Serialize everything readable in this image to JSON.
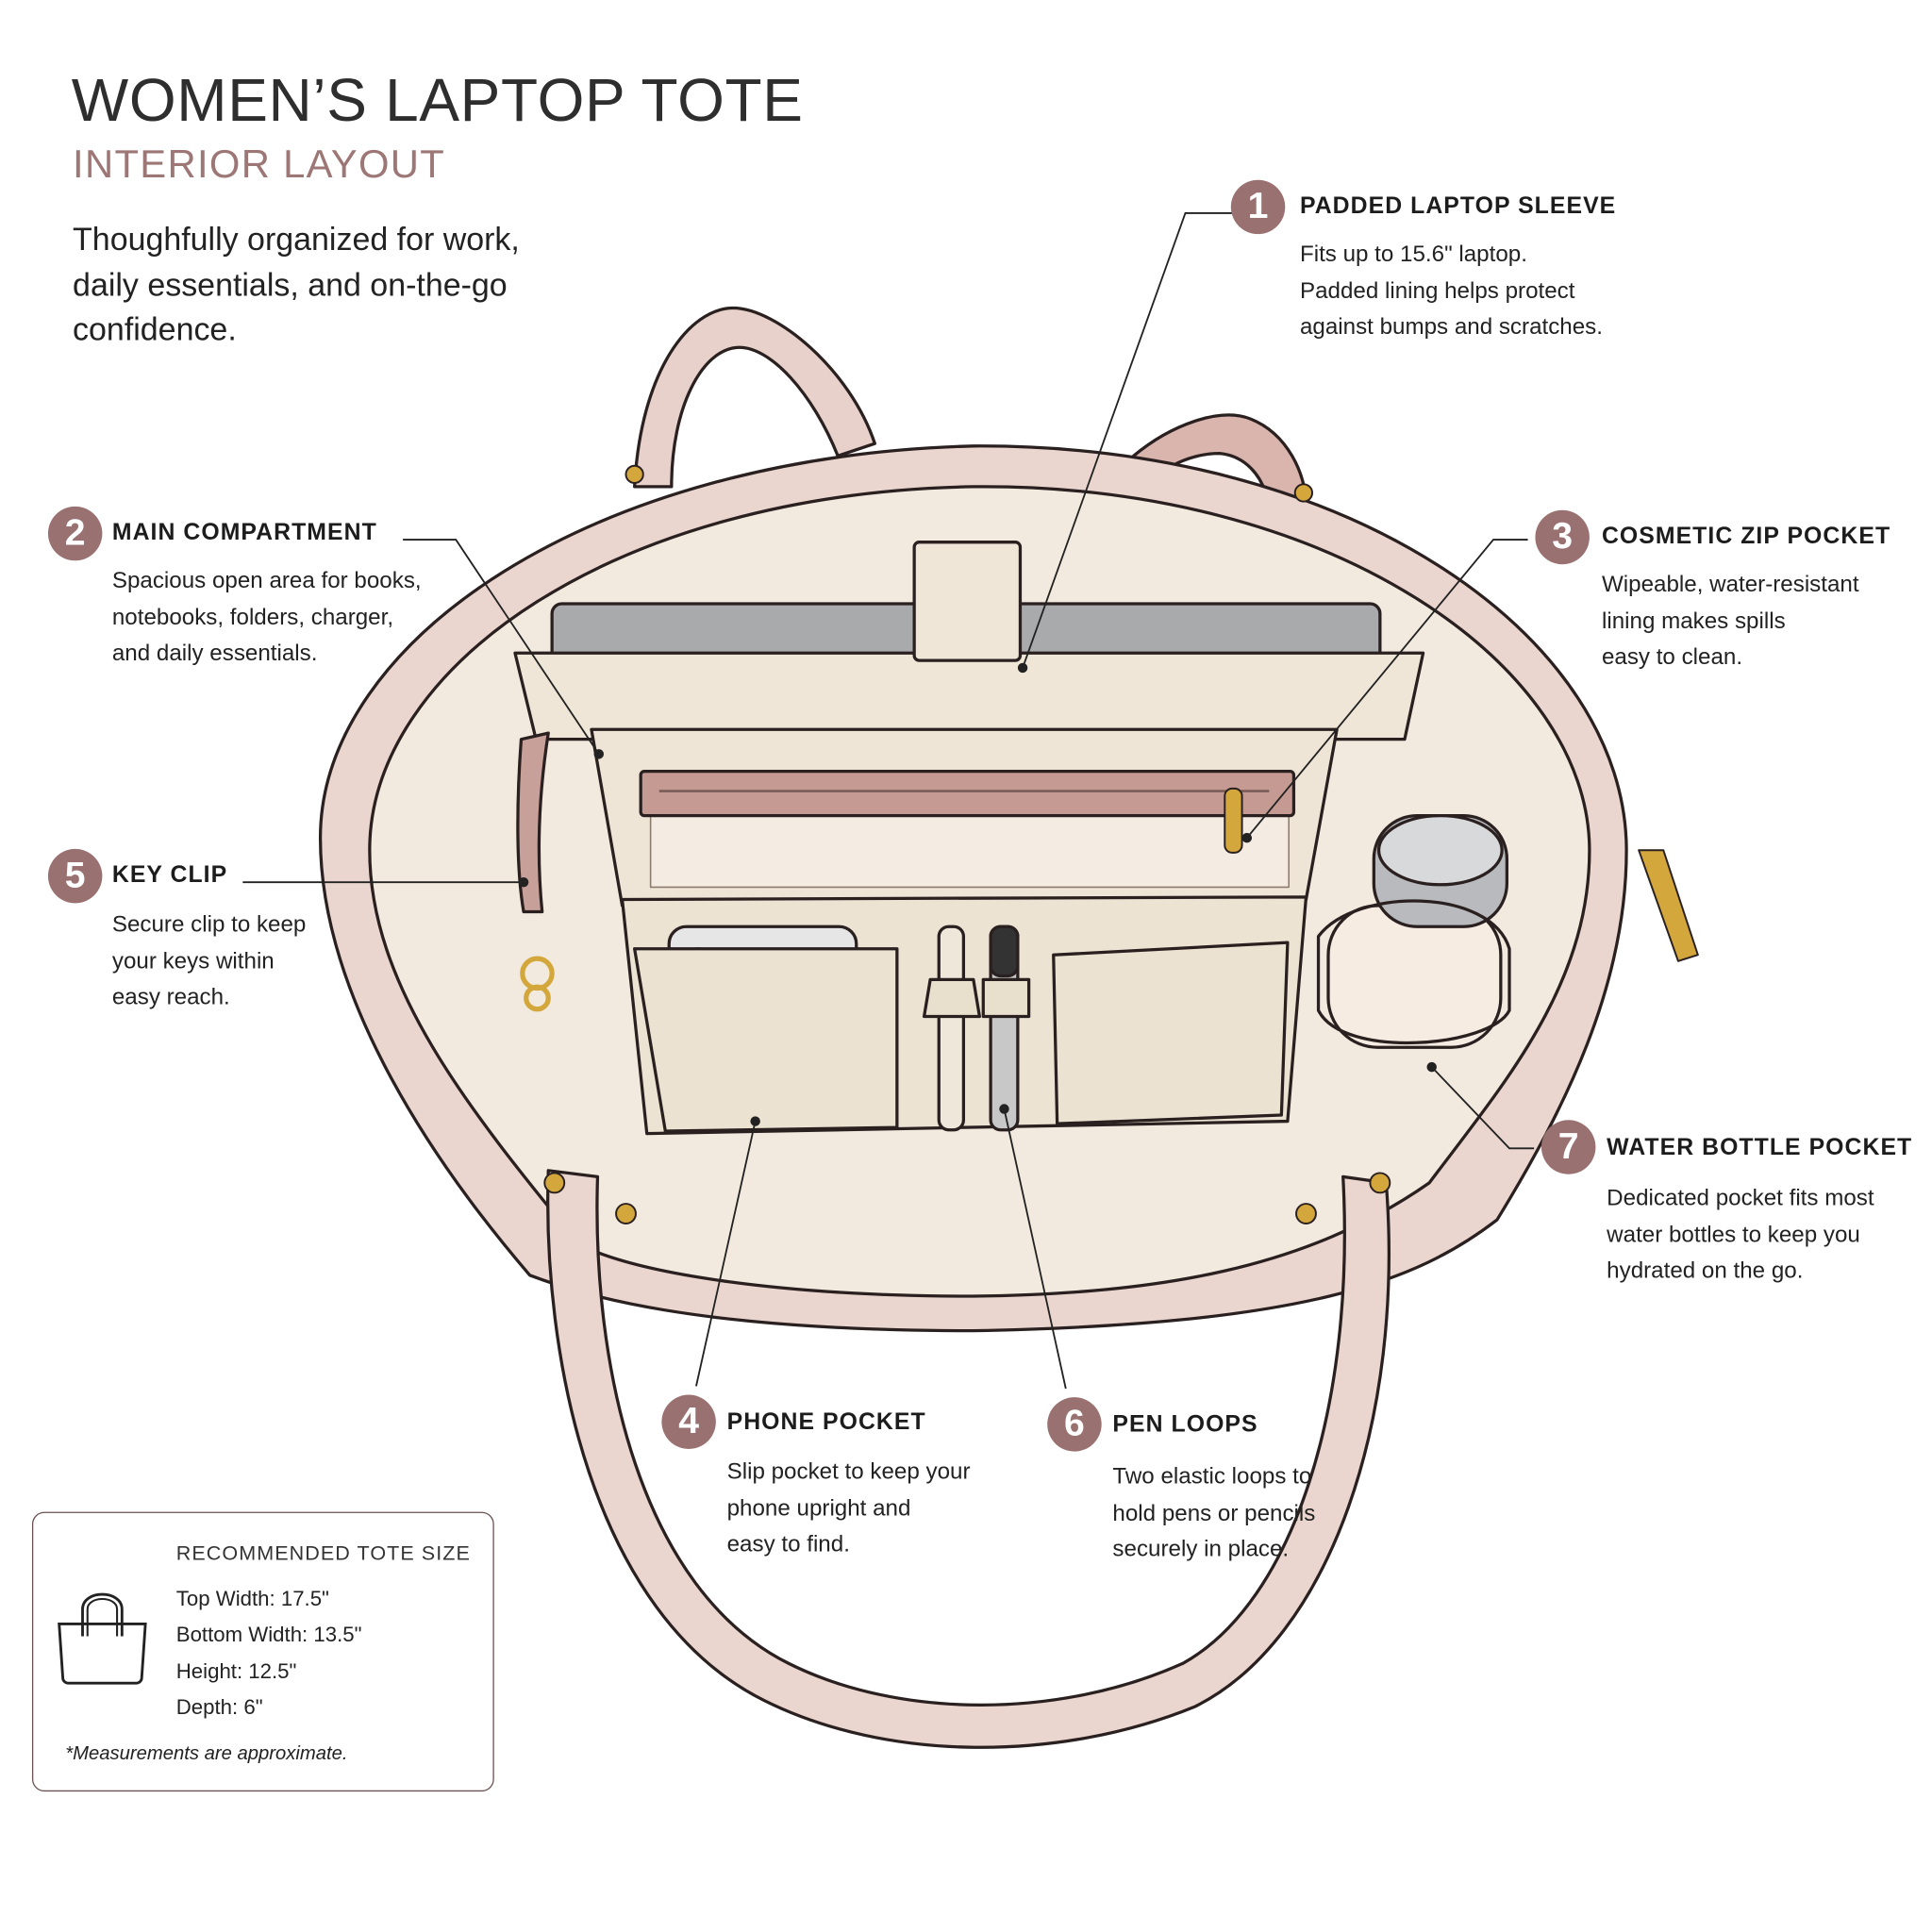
{
  "header": {
    "title": "WOMEN’S LAPTOP TOTE",
    "subtitle": "INTERIOR LAYOUT",
    "intro": [
      "Thoughfully organized for work,",
      "daily essentials, and on-the-go",
      "confidence."
    ]
  },
  "colors": {
    "accent": "#9a7171",
    "bag_leather": "#e8d3cc",
    "lining": "#f1e9dc",
    "zip_pocket": "#c49a92",
    "hardware": "#d4a73c"
  },
  "callouts": [
    {
      "number": "1",
      "title": "PADDED LAPTOP SLEEVE",
      "lines": [
        "Fits up to 15.6\" laptop.",
        "Padded lining helps protect",
        "against bumps and scratches."
      ]
    },
    {
      "number": "2",
      "title": "MAIN COMPARTMENT",
      "lines": [
        "Spacious open area for books,",
        "notebooks, folders, charger,",
        "and daily essentials."
      ]
    },
    {
      "number": "3",
      "title": "COSMETIC ZIP POCKET",
      "lines": [
        "Wipeable, water-resistant",
        "lining makes spills",
        "easy to clean."
      ]
    },
    {
      "number": "4",
      "title": "PHONE POCKET",
      "lines": [
        "Slip pocket to keep your",
        "phone upright and",
        "easy to find."
      ]
    },
    {
      "number": "5",
      "title": "KEY CLIP",
      "lines": [
        "Secure clip to keep",
        "your keys within",
        "easy reach."
      ]
    },
    {
      "number": "6",
      "title": "PEN LOOPS",
      "lines": [
        "Two elastic loops to",
        "hold pens or pencils",
        "securely in place."
      ]
    },
    {
      "number": "7",
      "title": "WATER BOTTLE POCKET",
      "lines": [
        "Dedicated pocket fits most",
        "water bottles to keep you",
        "hydrated on the go."
      ]
    }
  ],
  "size_box": {
    "icon": "tote-bag-icon",
    "heading": "RECOMMENDED TOTE SIZE",
    "lines": [
      "Top Width: 17.5\"",
      "Bottom Width: 13.5\"",
      "Height: 12.5\"",
      "Depth: 6\""
    ],
    "note": "*Measurements are approximate."
  }
}
